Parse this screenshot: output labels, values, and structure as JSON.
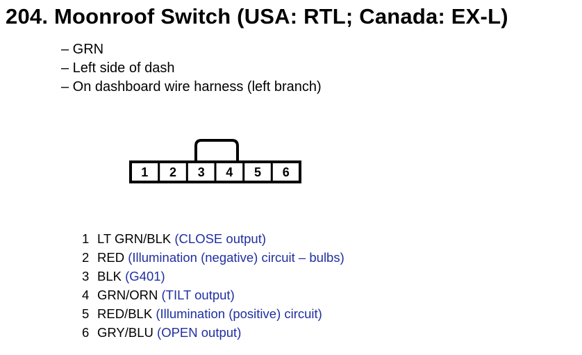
{
  "title": "204. Moonroof Switch (USA: RTL; Canada: EX-L)",
  "details": [
    "– GRN",
    "– Left side of dash",
    "– On dashboard wire harness (left branch)"
  ],
  "connector": {
    "cavities": [
      "1",
      "2",
      "3",
      "4",
      "5",
      "6"
    ]
  },
  "pins": [
    {
      "num": "1",
      "wire": "LT GRN/BLK",
      "desc": "(CLOSE output)"
    },
    {
      "num": "2",
      "wire": "RED",
      "desc": "(Illumination (negative) circuit – bulbs)"
    },
    {
      "num": "3",
      "wire": "BLK",
      "desc": "(G401)"
    },
    {
      "num": "4",
      "wire": "GRN/ORN",
      "desc": "(TILT output)"
    },
    {
      "num": "5",
      "wire": "RED/BLK",
      "desc": "(Illumination (positive) circuit)"
    },
    {
      "num": "6",
      "wire": "GRY/BLU",
      "desc": "(OPEN output)"
    }
  ],
  "colors": {
    "description_text": "#1f2fa0",
    "text": "#000000"
  }
}
